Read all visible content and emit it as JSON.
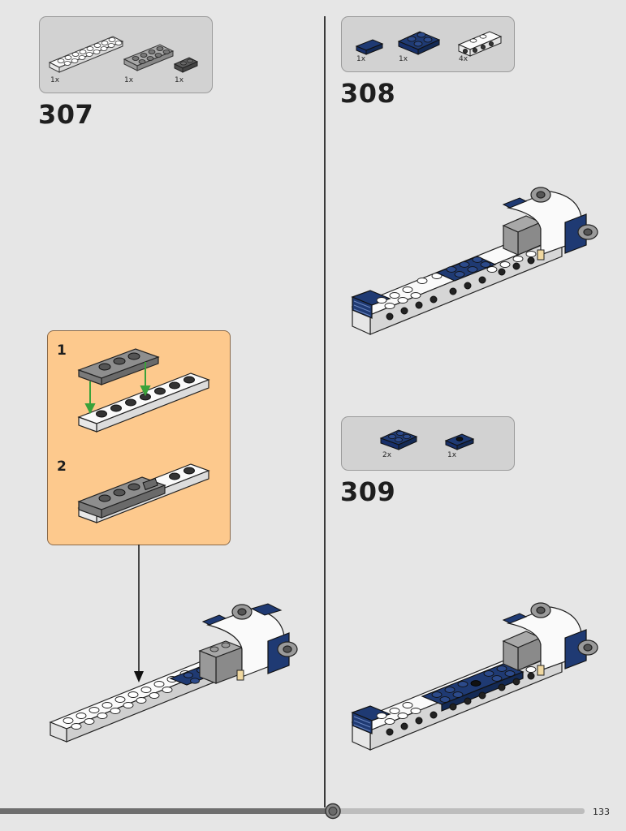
{
  "page_number": "133",
  "steps": [
    {
      "number": "307",
      "parts": [
        {
          "icon": "white-plate-2x8",
          "qty": "1x"
        },
        {
          "icon": "gray-plate-2x4",
          "qty": "1x"
        },
        {
          "icon": "dark-gray-plate-1x2",
          "qty": "1x"
        }
      ],
      "substeps": [
        "1",
        "2"
      ]
    },
    {
      "number": "308",
      "parts": [
        {
          "icon": "blue-tile-1x2",
          "qty": "1x"
        },
        {
          "icon": "blue-plate-2x2",
          "qty": "1x"
        },
        {
          "icon": "white-bracket-plate",
          "qty": "4x"
        }
      ]
    },
    {
      "number": "309",
      "parts": [
        {
          "icon": "blue-plate-2x2",
          "qty": "2x"
        },
        {
          "icon": "blue-jumper-plate-1x2",
          "qty": "1x"
        }
      ]
    }
  ],
  "colors": {
    "background": "#e6e6e6",
    "parts_box": "#d2d2d2",
    "callout": "#fdc98d",
    "brick_blue": "#1f3a73",
    "brick_white": "#fafafa",
    "brick_gray": "#a8a8a8",
    "brick_dark_gray": "#5a5a5a",
    "arrow_green": "#3aa23a"
  }
}
